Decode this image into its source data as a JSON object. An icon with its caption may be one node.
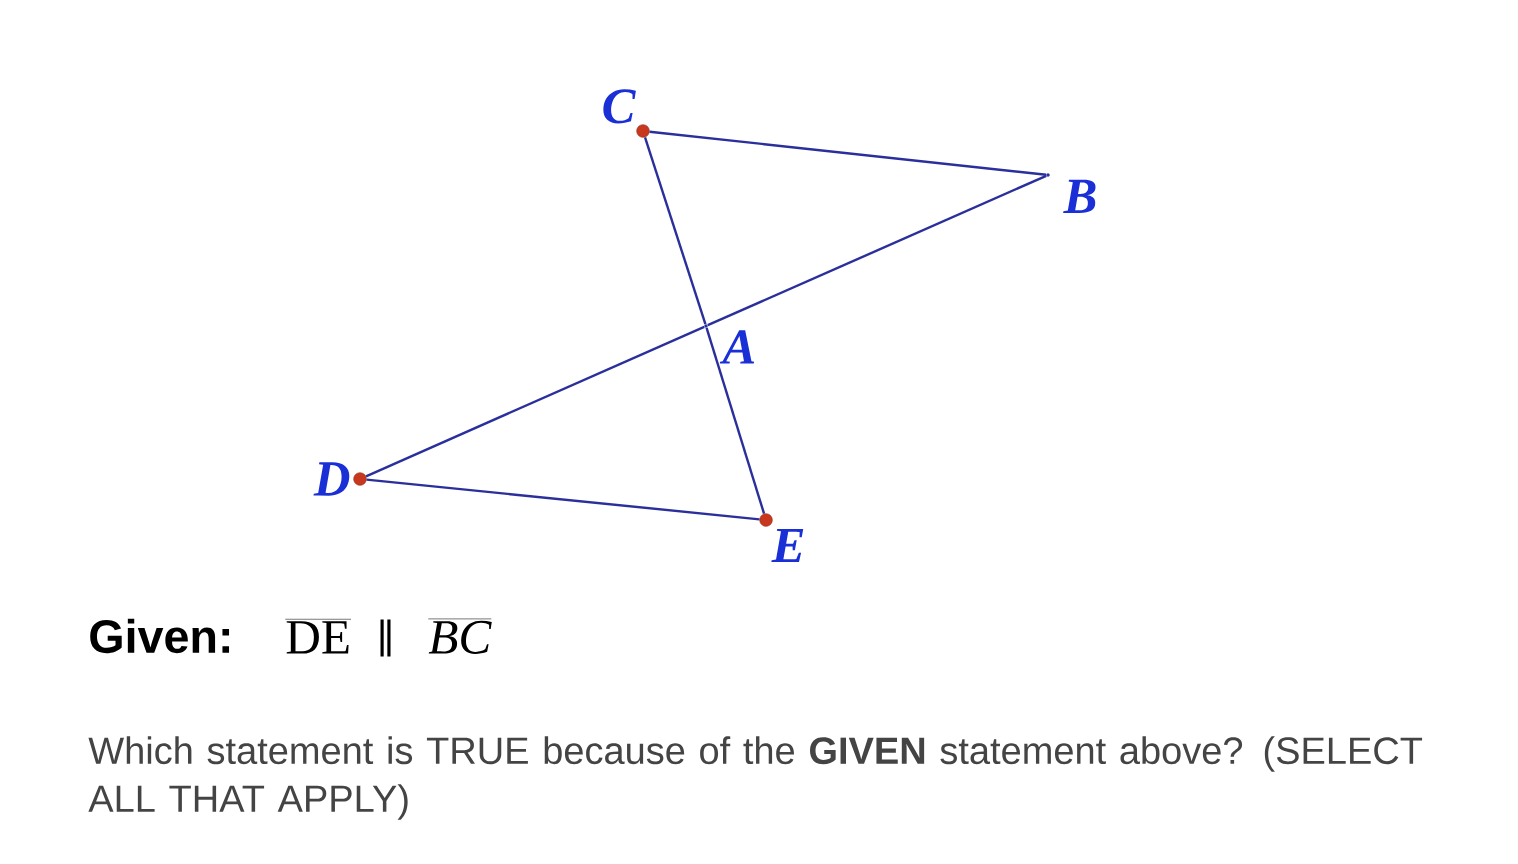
{
  "diagram": {
    "nodes": [
      {
        "text": [
          "C"
        ]
      },
      {
        "text": [
          "B"
        ]
      },
      {
        "text": [
          "A"
        ]
      },
      {
        "text": [
          "D"
        ]
      },
      {
        "text": [
          "E"
        ]
      }
    ],
    "edges": [
      {
        "from": 0,
        "to": 1,
        "arrow": "none"
      },
      {
        "from": 0,
        "to": 2,
        "arrow": "none"
      },
      {
        "from": 2,
        "to": 4,
        "arrow": "none"
      },
      {
        "from": 1,
        "to": 2,
        "arrow": "none"
      },
      {
        "from": 2,
        "to": 3,
        "arrow": "none"
      },
      {
        "from": 3,
        "to": 4,
        "arrow": "none"
      }
    ],
    "labels": [
      "Given:",
      "DE",
      "∥",
      "BC",
      "Which statement is TRUE because of the **GIVEN** statement above? (SELECT ALL THAT APPLY)"
    ]
  }
}
